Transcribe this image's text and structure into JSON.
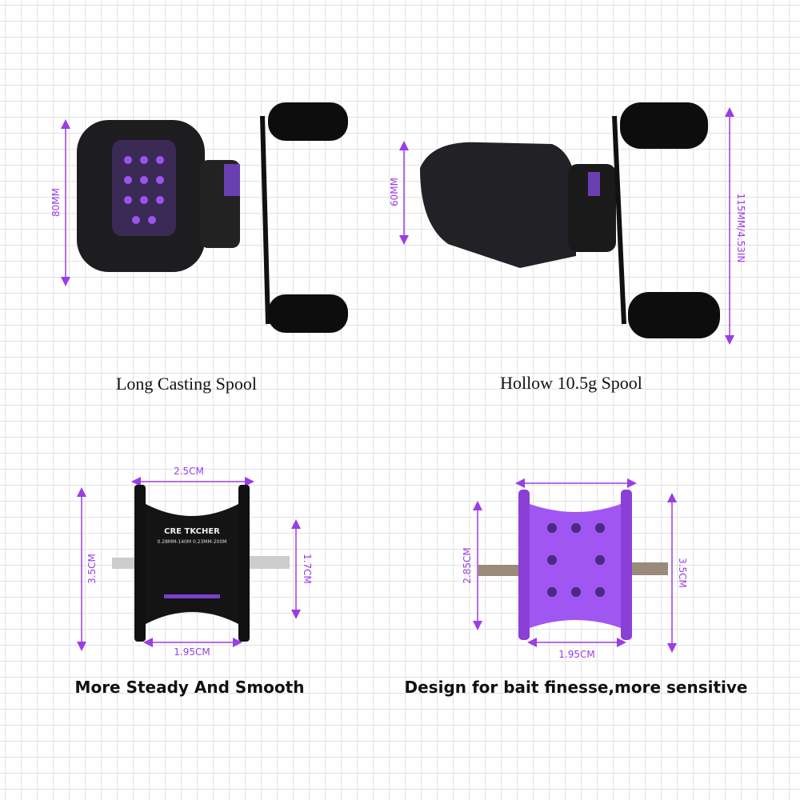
{
  "accent_color": "#9b3de6",
  "panels": [
    {
      "caption": "Long Casting Spool",
      "dims": [
        "80MM"
      ]
    },
    {
      "caption": "Hollow 10.5g Spool",
      "dims": [
        "60MM",
        "115MM/4.53IN"
      ]
    },
    {
      "caption": "More Steady And Smooth",
      "dims": [
        "2.5CM",
        "3.5CM",
        "1.7CM",
        "1.95CM"
      ],
      "spool_brand": "CRE TKCHER",
      "spool_text": "0.28MM-140M  0.23MM-200M"
    },
    {
      "caption": "Design for bait finesse,more sensitive",
      "dims": [
        "2.85CM",
        "3.5CM",
        "1.95CM"
      ]
    }
  ]
}
